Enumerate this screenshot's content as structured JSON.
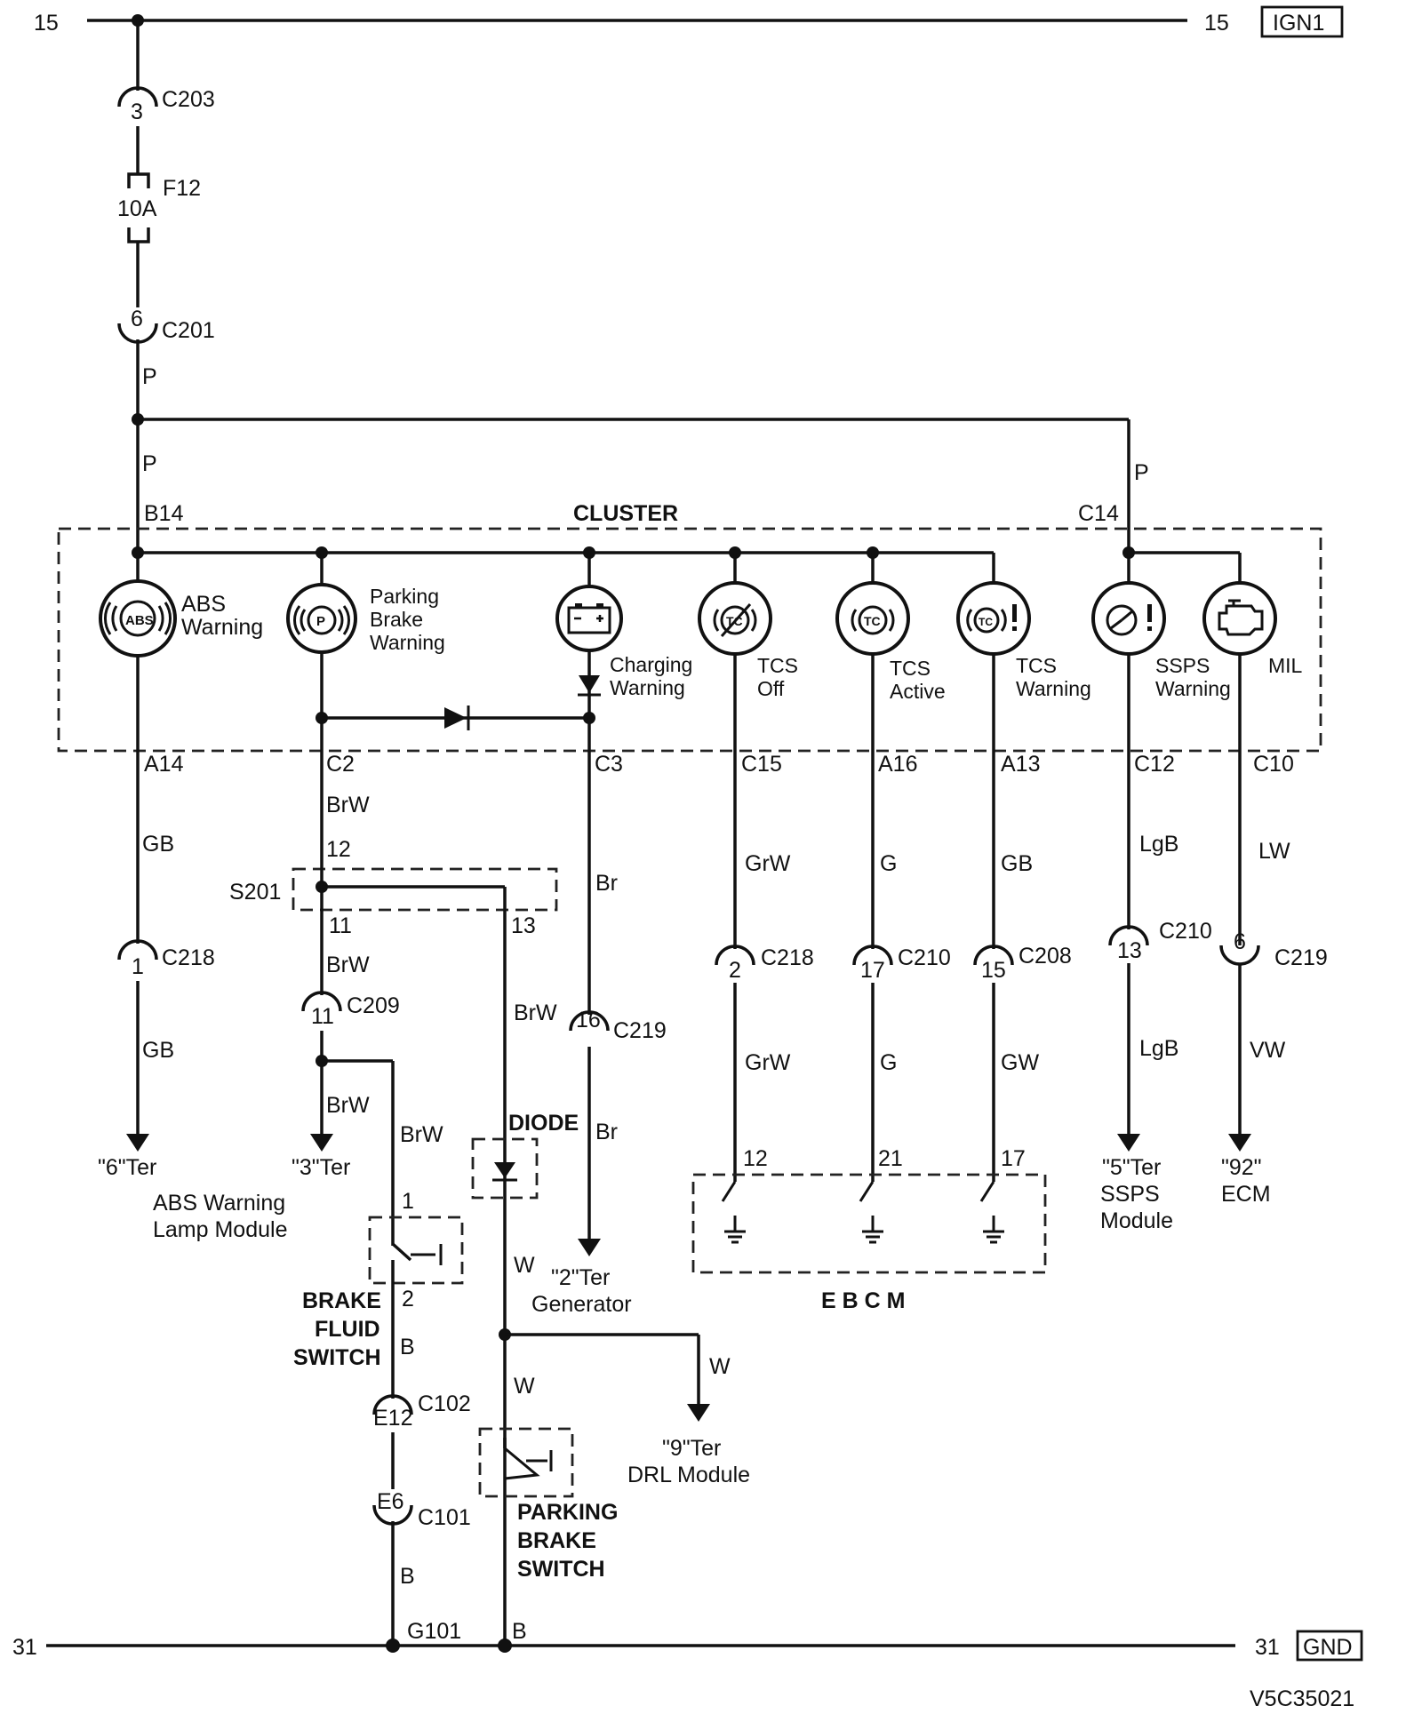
{
  "rails": {
    "top_left": "15",
    "top_right": "15",
    "top_tag": "IGN1",
    "bottom_left": "31",
    "bottom_right": "31",
    "bottom_tag": "GND"
  },
  "cluster": {
    "title": "CLUSTER",
    "b14": "B14",
    "c14": "C14",
    "p_left": "P",
    "p_right": "P"
  },
  "lamps": {
    "abs": {
      "line1": "ABS",
      "line2": "Warning",
      "pin": "A14",
      "wire": "GB"
    },
    "parking": {
      "line1": "Parking",
      "line2": "Brake",
      "line3": "Warning",
      "pin": "C2",
      "wire": "BrW"
    },
    "charging": {
      "line1": "Charging",
      "line2": "Warning",
      "pin": "C3",
      "wire": "Br"
    },
    "tcs_off": {
      "line1": "TCS",
      "line2": "Off",
      "pin": "C15",
      "wire": "GrW"
    },
    "tcs_active": {
      "line1": "TCS",
      "line2": "Active",
      "pin": "A16",
      "wire": "G"
    },
    "tcs_warning": {
      "line1": "TCS",
      "line2": "Warning",
      "pin": "A13",
      "wire": "GB"
    },
    "ssps": {
      "line1": "SSPS",
      "line2": "Warning",
      "pin": "C12",
      "wire": "LgB"
    },
    "mil": {
      "line1": "MIL",
      "pin": "C10",
      "wire": "LW"
    }
  },
  "feed": {
    "c203": "C203",
    "c203_pin": "3",
    "fuse_name": "F12",
    "fuse_rating": "10A",
    "c201": "C201",
    "c201_pin": "6",
    "wire_p": "P"
  },
  "abs_branch": {
    "connector": "C218",
    "pin": "1",
    "wire": "GB",
    "ter": "\"6\"Ter",
    "dest1": "ABS Warning",
    "dest2": "Lamp Module"
  },
  "splice": {
    "name": "S201",
    "pin_in": "12",
    "pin_out1": "11",
    "pin_out2": "13",
    "wire_out1": "BrW",
    "wire_out2": "BrW"
  },
  "brake_branch": {
    "connector": "C209",
    "pin": "11",
    "wire": "BrW",
    "ter": "\"3\"Ter",
    "wire_sw": "BrW"
  },
  "brake_fluid": {
    "pin1": "1",
    "pin2": "2",
    "name1": "BRAKE",
    "name2": "FLUID",
    "name3": "SWITCH",
    "wire": "B",
    "c102": "C102",
    "c102_pin": "E12",
    "c101": "C101",
    "c101_pin": "E6",
    "wire2": "B",
    "ground": "G101"
  },
  "diode_block": {
    "label": "DIODE",
    "wire_w": "W",
    "wire_w2": "W",
    "wire_w3": "W",
    "wire_b": "B",
    "drl_ter": "\"9\"Ter",
    "drl_dest": "DRL Module",
    "switch1": "PARKING",
    "switch2": "BRAKE",
    "switch3": "SWITCH"
  },
  "charging_branch": {
    "connector": "C219",
    "pin": "16",
    "wire": "Br",
    "ter": "\"2\"Ter",
    "dest": "Generator"
  },
  "ebcm": {
    "name": "E B C M",
    "tcs_off": {
      "connector": "C218",
      "pin": "2",
      "wire": "GrW",
      "ebcm_pin": "12"
    },
    "tcs_active": {
      "connector": "C210",
      "pin": "17",
      "wire": "G",
      "ebcm_pin": "21"
    },
    "tcs_warning": {
      "connector": "C208",
      "pin": "15",
      "wire": "GW",
      "ebcm_pin": "17"
    }
  },
  "ssps_branch": {
    "connector": "C210",
    "pin": "13",
    "wire": "LgB",
    "ter": "\"5\"Ter",
    "dest1": "SSPS",
    "dest2": "Module"
  },
  "mil_branch": {
    "connector": "C219",
    "pin": "6",
    "wire": "VW",
    "ter": "\"92\"",
    "dest": "ECM"
  },
  "doc_code": "V5C35021"
}
